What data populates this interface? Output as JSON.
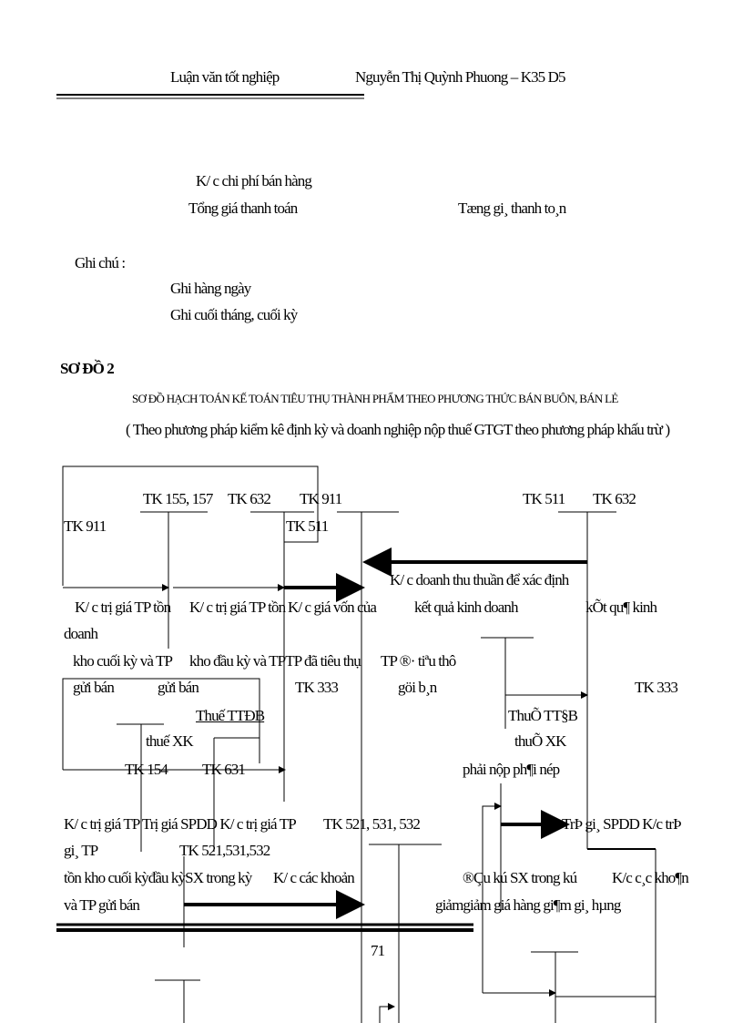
{
  "header": {
    "left": "Luận văn tốt nghiệp",
    "right": "Nguyễn Thị Quỳnh Phuong – K35 D5"
  },
  "top_labels": {
    "kc_chi_phi": "K/ c chi phí bán hàng",
    "tong_gia": "Tổng giá thanh toán",
    "tong_gia_garbled": "Tæng gi¸ thanh to¸n"
  },
  "notes": {
    "label": "Ghi chú :",
    "daily": "Ghi hàng ngày",
    "monthly": "Ghi cuối tháng, cuối kỳ"
  },
  "section": {
    "number": "SƠ ĐỒ 2",
    "title": "SƠ ĐỒ HẠCH TOÁN KẾ TOÁN TIÊU THỤ THÀNH PHẨM THEO PHƯƠNG THỨC BÁN BUÔN, BÁN LẺ",
    "subtitle": "( Theo phương pháp kiểm kê định kỳ và doanh nghiệp nộp thuế GTGT theo phương pháp khấu trừ )"
  },
  "diagram": {
    "labels": [
      "TK 155, 157",
      "TK 632",
      "TK 911",
      "TK 511",
      "TK 632",
      "TK 911",
      "TK 511",
      "K/ c doanh thu thuần để xác định",
      "K/ c trị giá TP tồn",
      "K/ c trị giá TP tồn",
      "K/ c giá vốn của",
      "kết quả kinh doanh",
      "kÕt qu¶ kinh",
      "doanh",
      "kho cuối kỳ và TP",
      "kho đầu kỳ và TPTP đã tiêu thụ",
      "TP ®· tiªu thô",
      "gửi bán",
      "gửi bán",
      "TK 333",
      "göi b¸n",
      "TK 333",
      "Thuế TTĐB",
      "ThuÕ TT§B",
      "thuế XK",
      "thuÕ XK",
      "TK 154",
      "TK 631",
      "phải nộp   ph¶i nép",
      "K/ c trị giá TP Trị giá SPDD K/ c trị giá TP",
      "TK 521, 531, 532",
      "TrÞ gi¸ SPDD K/c trÞ",
      "gi¸ TP",
      "TK 521,531,532",
      "tồn kho cuối kỳđầu kỳSX trong kỳ",
      "K/ c các khoản",
      "®Çu kú  SX trong kú",
      "K/c c¸c kho¶n",
      "và TP gửi bán",
      "giảmgiảm  giá hàng   gi¶m gi¸ hµng"
    ]
  },
  "page_number": "71"
}
